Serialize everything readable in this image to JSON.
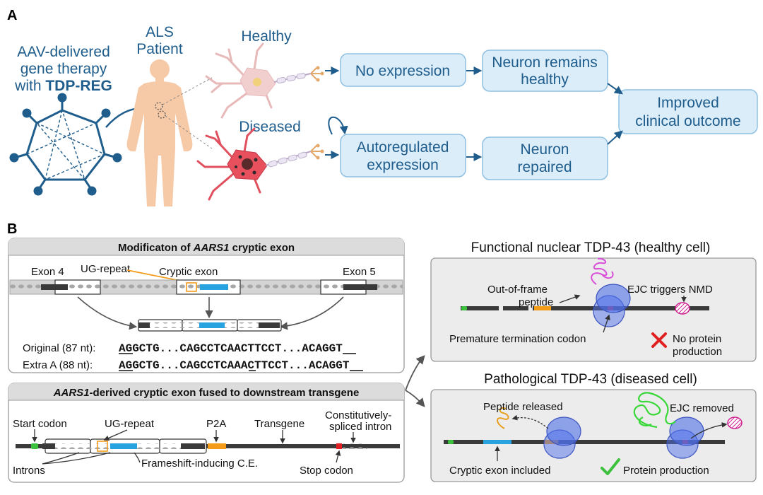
{
  "panel_a": {
    "label": "A",
    "therapy": {
      "line1": "AAV-delivered",
      "line2": "gene therapy",
      "line3a": "with ",
      "line3b": "TDP-REG"
    },
    "patient": {
      "line1": "ALS",
      "line2": "Patient"
    },
    "healthy_label": "Healthy",
    "diseased_label": "Diseased",
    "no_expression": "No expression",
    "neuron_healthy": {
      "line1": "Neuron remains",
      "line2": "healthy"
    },
    "improved": {
      "line1": "Improved",
      "line2": "clinical outcome"
    },
    "autoregulated": {
      "line1": "Autoregulated",
      "line2": "expression"
    },
    "neuron_repaired": {
      "line1": "Neuron",
      "line2": "repaired"
    }
  },
  "panel_b": {
    "label": "B",
    "top_box": {
      "title_pre": "Modificaton of ",
      "title_gene": "AARS1",
      "title_post": " cryptic exon",
      "exon4": "Exon 4",
      "ug_repeat": "UG-repeat",
      "cryptic_exon": "Cryptic exon",
      "exon5": "Exon 5",
      "original_label": "Original (87 nt):",
      "original_seq": "AGGCTG...CAGCCTCAACTTCCT...ACAGGT",
      "extra_label": "Extra A (88 nt):",
      "extra_seq": "AGGCTG...CAGCCTCAAACTTCCT...ACAGGT"
    },
    "bottom_box": {
      "title_gene": "AARS1",
      "title_post": "-derived cryptic exon fused to downstream transgene",
      "start_codon": "Start codon",
      "ug_repeat": "UG-repeat",
      "p2a": "P2A",
      "transgene": "Transgene",
      "constitutive1": "Constitutively-",
      "constitutive2": "spliced intron",
      "introns": "Introns",
      "frameshift": "Frameshift-inducing C.E.",
      "stop_codon": "Stop codon"
    },
    "healthy_cell": {
      "title": "Functional nuclear TDP-43 (healthy cell)",
      "out_of_frame1": "Out-of-frame",
      "out_of_frame2": "peptide",
      "ejc_triggers": "EJC triggers NMD",
      "premature": "Premature termination codon",
      "no_protein1": "No protein",
      "no_protein2": "production"
    },
    "diseased_cell": {
      "title": "Pathological TDP-43 (diseased cell)",
      "peptide_released": "Peptide released",
      "ejc_removed": "EJC removed",
      "cryptic_included": "Cryptic exon included",
      "protein_production": "Protein production"
    }
  },
  "colors": {
    "box_fill": "#dcedfa",
    "box_stroke": "#8fc0e2",
    "text_blue": "#1f5d8c",
    "arrow": "#1f5d8c",
    "exon_blue": "#29a3e0",
    "ug_orange": "#f39c1a",
    "green": "#3cc13c",
    "red": "#e02020",
    "ribosome": "#4f6fe8"
  }
}
